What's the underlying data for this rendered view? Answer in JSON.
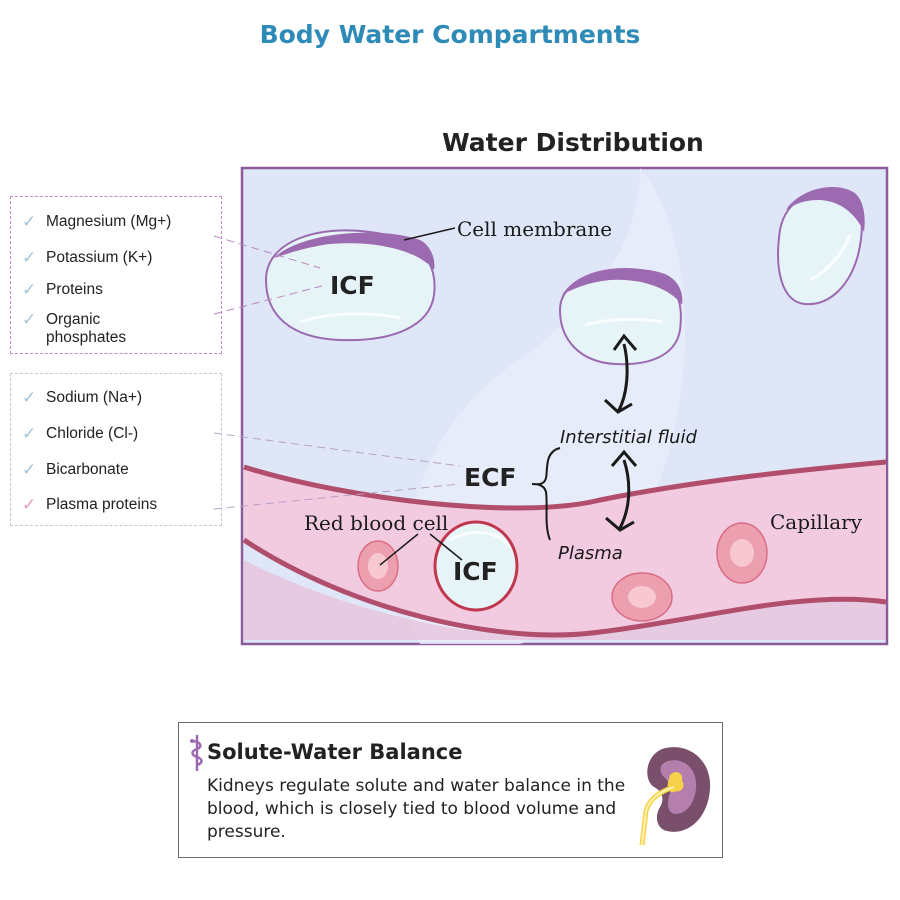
{
  "title": "Body Water Compartments",
  "diagram": {
    "title": "Water Distribution",
    "labels": {
      "cell_membrane": "Cell membrane",
      "icf_top": "ICF",
      "icf_bottom": "ICF",
      "ecf": "ECF",
      "interstitial_fluid": "Interstitial fluid",
      "plasma": "Plasma",
      "red_blood_cell": "Red blood cell",
      "capillary": "Capillary"
    }
  },
  "icf_ions": [
    {
      "label": "Magnesium (Mg+)"
    },
    {
      "label": "Potassium (K+)"
    },
    {
      "label": "Proteins"
    },
    {
      "label": "Organic phosphates"
    }
  ],
  "ecf_ions": [
    {
      "label": "Sodium (Na+)"
    },
    {
      "label": "Chloride (Cl-)"
    },
    {
      "label": "Bicarbonate"
    },
    {
      "label": "Plasma proteins"
    }
  ],
  "info": {
    "title": "Solute-Water Balance",
    "text": "Kidneys regulate solute and water balance in the blood, which is closely tied to blood volume and pressure."
  },
  "colors": {
    "title": "#2e8bb8",
    "frame": "#8e5b9a",
    "interstitial": "#dfe6f7",
    "cell_fill": "#e6f4f8",
    "cell_border": "#9b6ab0",
    "capillary": "#f3cbe1",
    "capillary_wall": "#b04e6c",
    "rbc": "#ec9fae",
    "check_blue": "#a9c4d4",
    "check_pink": "#e79ac3"
  }
}
